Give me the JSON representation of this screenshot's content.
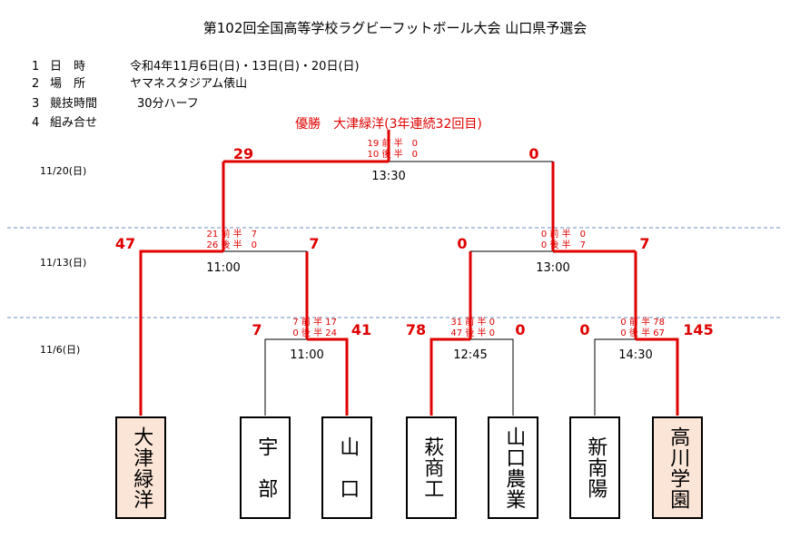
{
  "title": "第102回全国高等学校ラグビーフットボール大会 山口県予選会",
  "info": [
    {
      "num": "1",
      "label": "日　時",
      "value": "令和4年11月6日(日)・13日(日)・20日(日)"
    },
    {
      "num": "2",
      "label": "場　所",
      "value": "ヤマネスタジアム俵山"
    },
    {
      "num": "3",
      "label": "競技時間",
      "value": "30分ハーフ"
    },
    {
      "num": "4",
      "label": "組み合せ",
      "value": ""
    }
  ],
  "dates": {
    "final": "11/20(日)",
    "semi": "11/13(日)",
    "first": "11/6(日)"
  },
  "winner_text": "優勝　大津緑洋(3年連続32回目)",
  "teams": [
    "大津緑洋",
    "宇　部",
    "山　口",
    "萩商工",
    "山口農業",
    "新南陽",
    "高川学園"
  ],
  "times": {
    "r1a": "11:00",
    "r1b": "12:45",
    "r1c": "14:30",
    "sf1": "11:00",
    "sf2": "13:00",
    "final": "13:30"
  },
  "scores": {
    "r1a_l": "7",
    "r1a_r": "41",
    "r1b_l": "78",
    "r1b_r": "0",
    "r1c_l": "0",
    "r1c_r": "145",
    "sf1_l": "47",
    "sf1_r": "7",
    "sf2_l": "0",
    "sf2_r": "7",
    "final_l": "29",
    "final_r": "0"
  },
  "halves": {
    "r1a": [
      "7 前 半 17",
      "0 後 半 24"
    ],
    "r1b": [
      "31 前 半 0",
      "47 後 半 0"
    ],
    "r1c": [
      "0 前 半 78",
      "0 後 半 67"
    ],
    "sf1": [
      "21 前 半　7",
      "26 後 半　0"
    ],
    "sf2": [
      "0 前 半　0",
      "0 後 半　7"
    ],
    "final": [
      "19 前 半　0",
      "10 後 半　0"
    ]
  }
}
